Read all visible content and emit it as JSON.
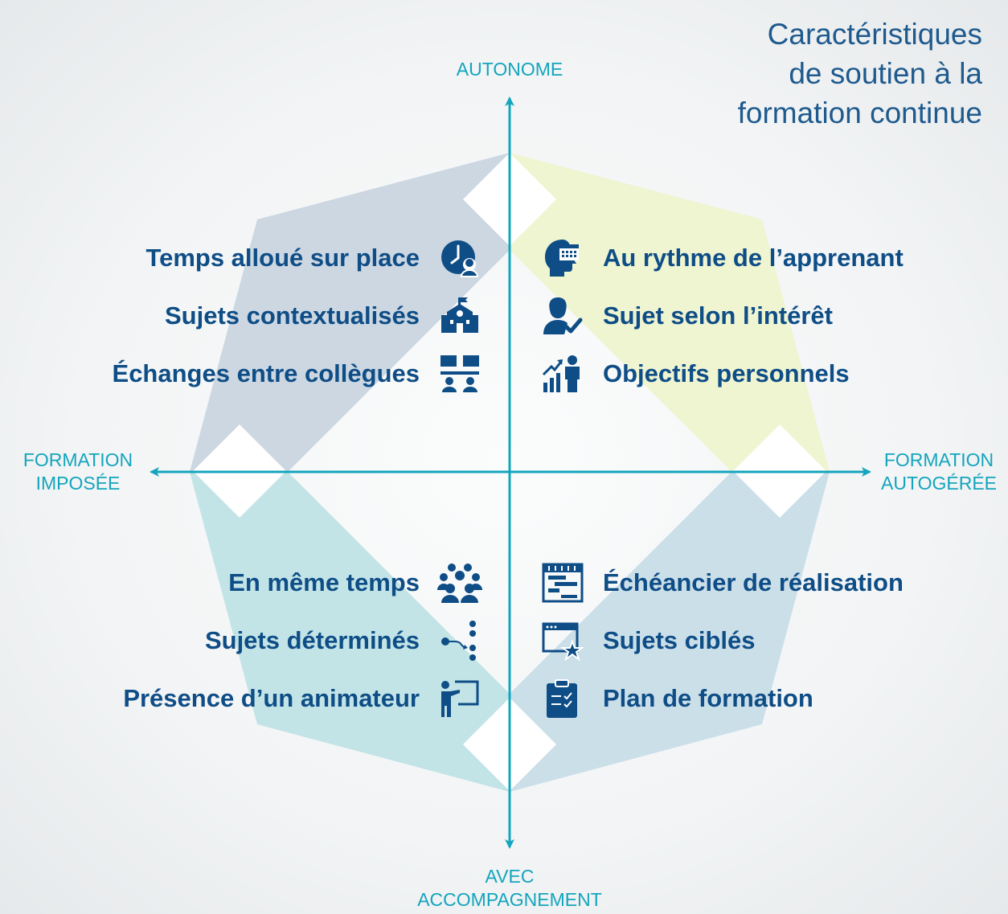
{
  "title": {
    "line1": "Caractéristiques",
    "line2": "de soutien à la",
    "line3": "formation continue"
  },
  "axes": {
    "top": "AUTONOME",
    "bottom_line1": "AVEC",
    "bottom_line2": "ACCOMPAGNEMENT",
    "left_line1": "FORMATION",
    "left_line2": "IMPOSÉE",
    "right_line1": "FORMATION",
    "right_line2": "AUTOGÉRÉE"
  },
  "quadrants": {
    "top_left": {
      "color": "#c9d5e0",
      "items": [
        {
          "label": "Temps alloué sur place",
          "icon": "clock-person-icon"
        },
        {
          "label": "Sujets contextualisés",
          "icon": "school-building-icon"
        },
        {
          "label": "Échanges entre collègues",
          "icon": "colleagues-exchange-icon"
        }
      ]
    },
    "top_right": {
      "color": "#eef3cf",
      "items": [
        {
          "label": "Au rythme de l’apprenant",
          "icon": "head-calendar-icon"
        },
        {
          "label": "Sujet selon l’intérêt",
          "icon": "user-check-icon"
        },
        {
          "label": "Objectifs personnels",
          "icon": "growth-person-icon"
        }
      ]
    },
    "bottom_left": {
      "color": "#bfe3e6",
      "items": [
        {
          "label": "En même temps",
          "icon": "group-icon"
        },
        {
          "label": "Sujets déterminés",
          "icon": "path-steps-icon"
        },
        {
          "label": "Présence d’un animateur",
          "icon": "presenter-board-icon"
        }
      ]
    },
    "bottom_right": {
      "color": "#c8dde8",
      "items": [
        {
          "label": "Échéancier de réalisation",
          "icon": "gantt-schedule-icon"
        },
        {
          "label": "Sujets ciblés",
          "icon": "window-star-icon"
        },
        {
          "label": "Plan de formation",
          "icon": "clipboard-checklist-icon"
        }
      ]
    }
  },
  "colors": {
    "text": "#0e4d86",
    "axis": "#14a5bd",
    "title": "#1e5a8e"
  }
}
